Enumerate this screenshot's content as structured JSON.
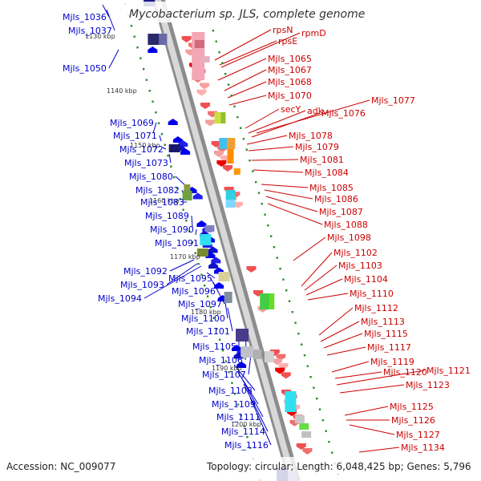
{
  "title": "Mycobacterium sp. JLS, complete genome",
  "accession": "Accession: NC_009077",
  "topology": "Topology: circular; Length: 6,048,425 bp; Genes: 5,796",
  "colors": {
    "left_label": "#0000cc",
    "right_label": "#cc0000",
    "backbone": "#9a9a9a",
    "tick_mark": "#2a8a2a",
    "forward_gene": "#0000ee",
    "reverse_gene": "#ee0000"
  },
  "ticks": [
    "1130 kbp",
    "1140 kbp",
    "1150 kbp",
    "1160 kbp",
    "1170 kbp",
    "1180 kbp",
    "1190 kbp",
    "1200 kbp"
  ],
  "left_labels": [
    "Mjls_1036",
    "Mjls_1037",
    "Mjls_1050",
    "Mjls_1069",
    "Mjls_1071",
    "Mjls_1072",
    "Mjls_1073",
    "Mjls_1080",
    "Mjls_1082",
    "Mjls_1083",
    "Mjls_1089",
    "Mjls_1090",
    "Mjls_1091",
    "Mjls_1092",
    "Mjls_1093",
    "Mjls_1094",
    "Mjls_1095",
    "Mjls_1096",
    "Mjls_1097",
    "Mjls_1100",
    "Mjls_1101",
    "Mjls_1105",
    "Mjls_1106",
    "Mjls_1107",
    "Mjls_1108",
    "Mjls_1109",
    "Mjls_1111",
    "Mjls_1114",
    "Mjls_1116"
  ],
  "right_labels": [
    "rpsN",
    "rpmD",
    "rpsE",
    "Mjls_1065",
    "Mjls_1067",
    "Mjls_1068",
    "Mjls_1070",
    "Mjls_1077",
    "secY",
    "adk",
    "Mjls_1076",
    "Mjls_1078",
    "Mjls_1079",
    "Mjls_1081",
    "Mjls_1084",
    "Mjls_1085",
    "Mjls_1086",
    "Mjls_1087",
    "Mjls_1088",
    "Mjls_1098",
    "Mjls_1102",
    "Mjls_1103",
    "Mjls_1104",
    "Mjls_1110",
    "Mjls_1112",
    "Mjls_1113",
    "Mjls_1115",
    "Mjls_1117",
    "Mjls_1119",
    "Mjls_1120",
    "Mjls_1121",
    "Mjls_1123",
    "Mjls_1125",
    "Mjls_1126",
    "Mjls_1127",
    "Mjls_1134"
  ]
}
